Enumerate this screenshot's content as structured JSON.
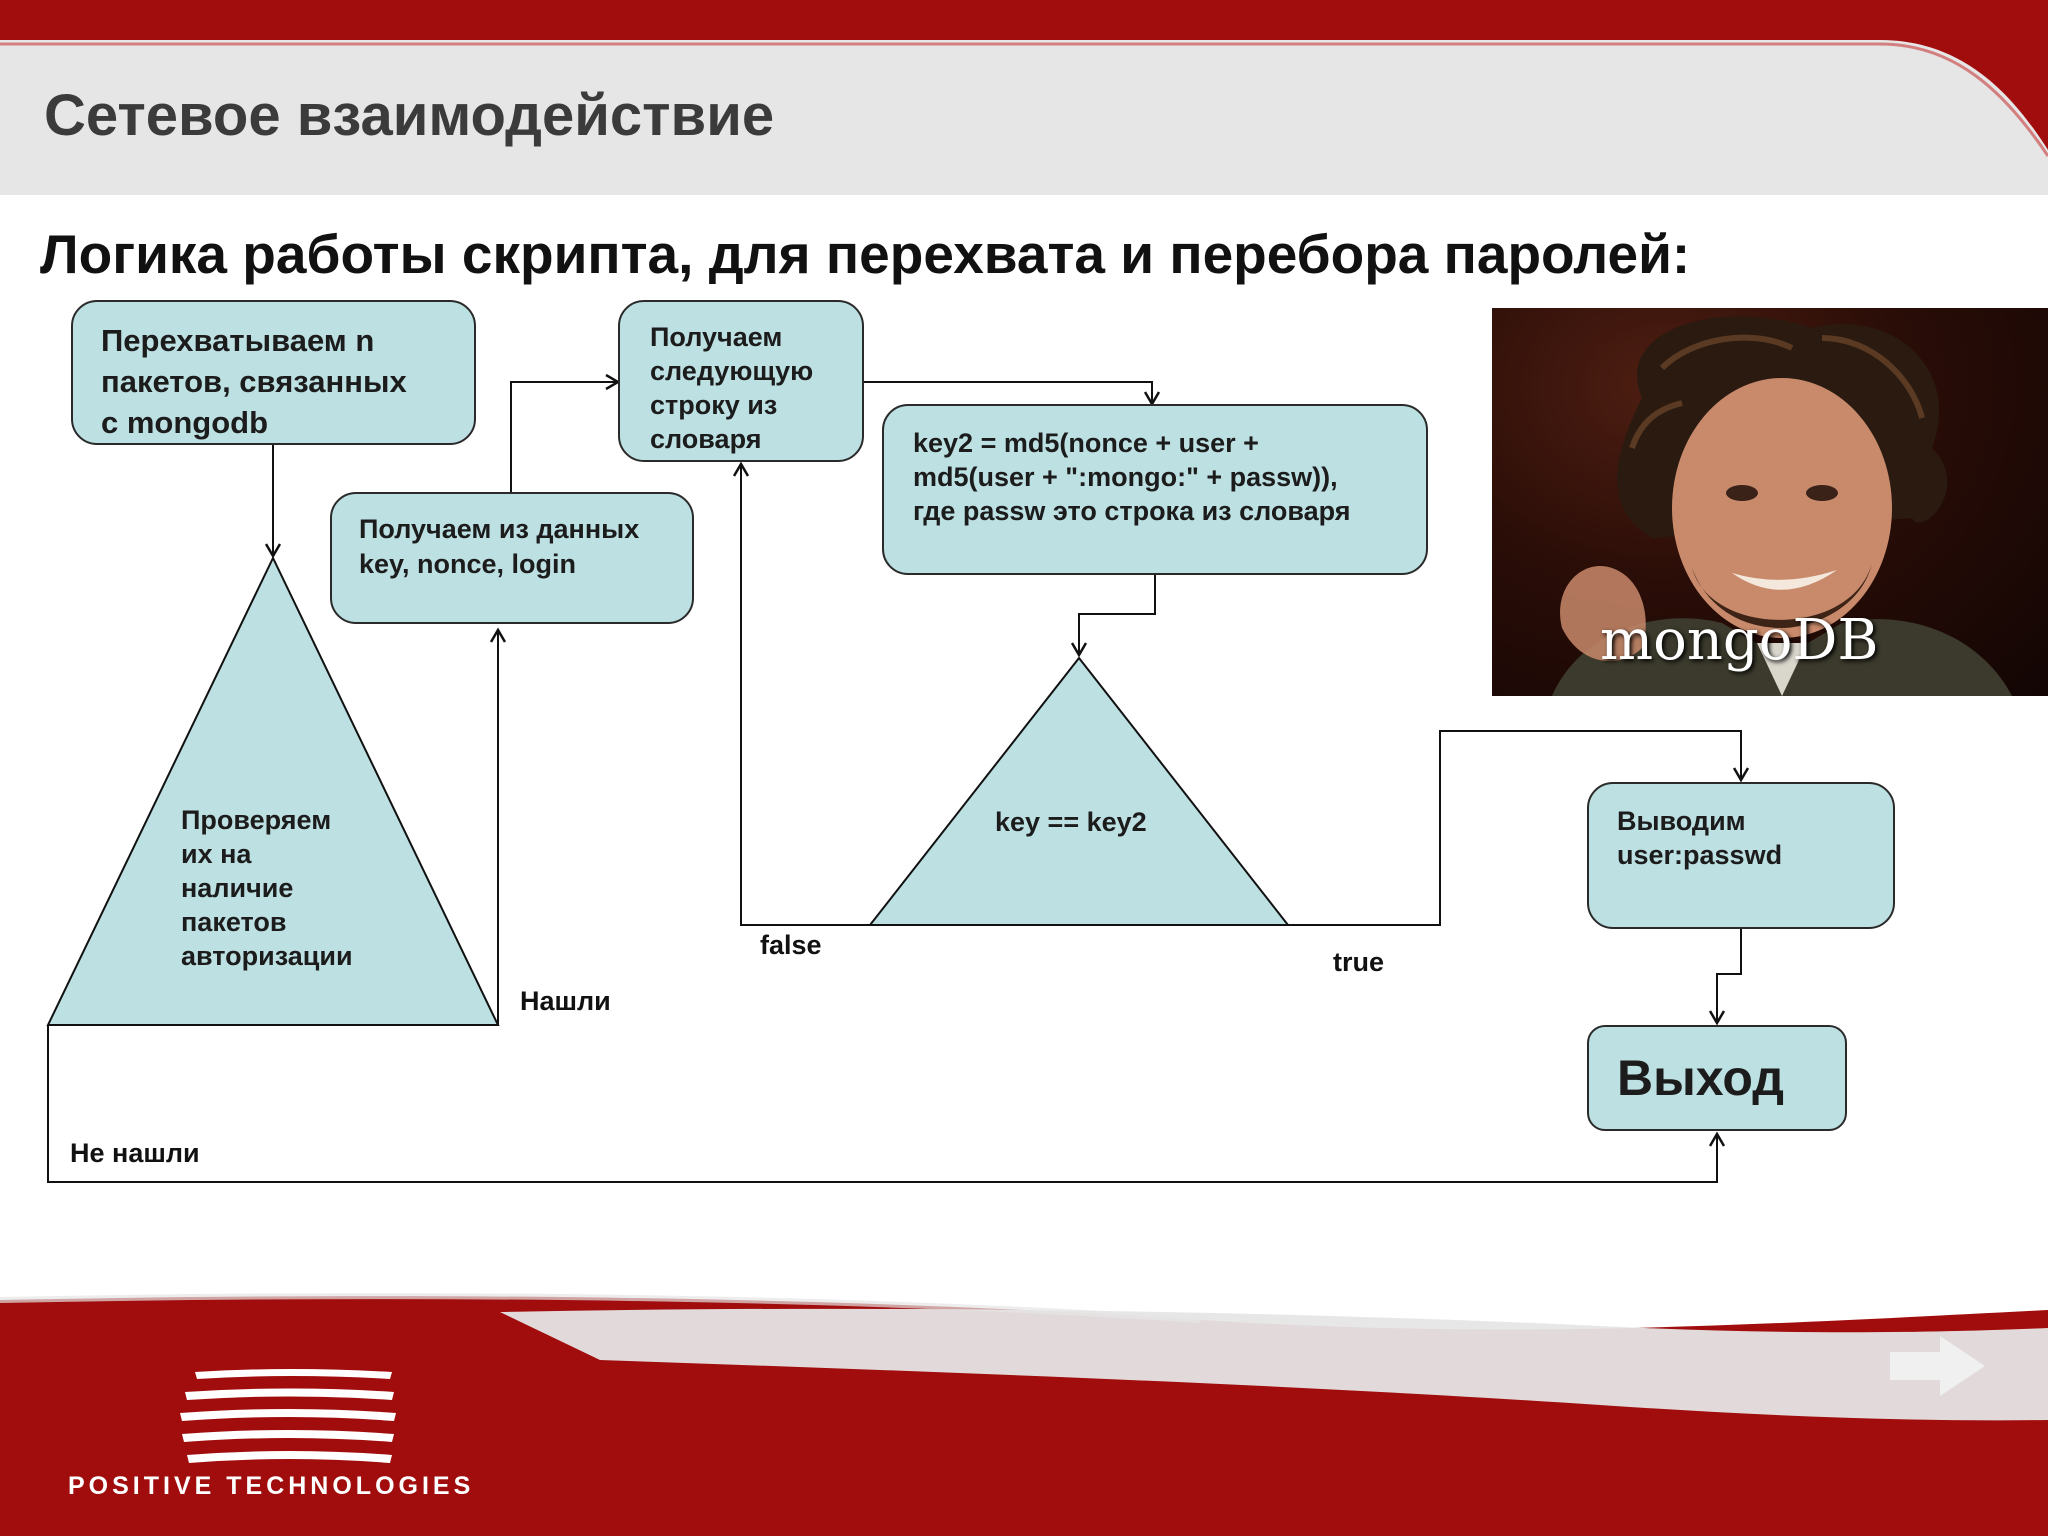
{
  "header": {
    "title": "Сетевое взаимодействие"
  },
  "subtitle": "Логика работы скрипта, для перехвата и перебора паролей:",
  "diagram": {
    "intercept_box": "Перехватываем n\nпакетов, связанных\nс  mongodb",
    "check_triangle": "Проверяем\nих на\nналичие\nпакетов\nавторизации",
    "extract_box": "Получаем из данных\nkey, nonce, login",
    "next_line_box": "Получаем\nследующую\nстроку из\nсловаря",
    "hash_box": "key2 = md5(nonce + user +\nmd5(user + \":mongo:\" + passw)),\nгде passw это строка из словаря",
    "compare_triangle": "key == key2",
    "output_box": "Выводим\nuser:passwd",
    "exit_box": "Выход",
    "labels": {
      "found": "Нашли",
      "not_found": "Не нашли",
      "false": "false",
      "true": "true"
    }
  },
  "photo": {
    "caption": "mongoDB"
  },
  "footer": {
    "logo_text": "POSITIVE  TECHNOLOGIES"
  },
  "colors": {
    "brand_red": "#a10d0d",
    "header_gray": "#e6e6e6",
    "node_fill": "#bde0e3",
    "node_border": "#2a2a2a"
  }
}
